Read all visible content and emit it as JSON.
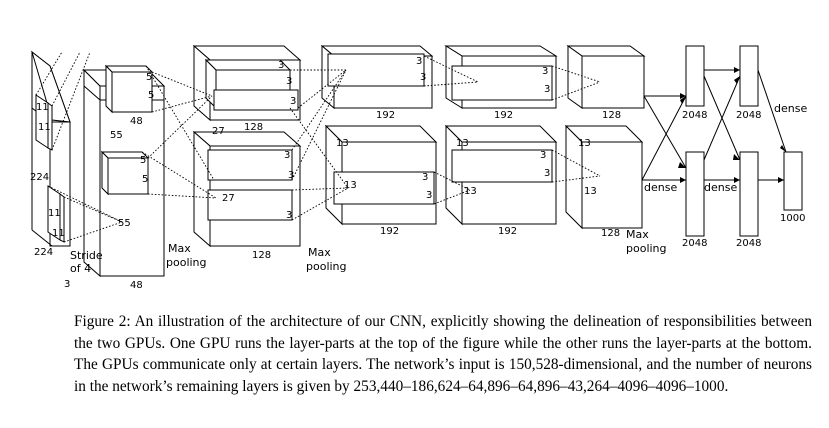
{
  "figure": {
    "labels": {
      "input_224_top": "224",
      "input_224_side": "224",
      "input_3": "3",
      "k11_a": "11",
      "k11_b": "11",
      "k11_c": "11",
      "k11_d": "11",
      "stride_line1": "Stride",
      "stride_line2": "of 4",
      "c1_55_top": "55",
      "c1_55_bot": "55",
      "c1_48": "48",
      "c1_48_bot": "48",
      "c1_k5_a": "5",
      "c1_k5_b": "5",
      "c1_k5_c": "5",
      "c1_k5_d": "5",
      "pool1_line1": "Max",
      "pool1_line2": "pooling",
      "c2_27": "27",
      "c2_27_b": "27",
      "c2_k3_a": "3",
      "c2_k3_b": "3",
      "c2_k3_c": "3",
      "c2_k3_d": "3",
      "c2_k3_e": "3",
      "c2_k3_f": "3",
      "c2_128_top": "128",
      "c2_128_bot": "128",
      "pool2_line1": "Max",
      "pool2_line2": "pooling",
      "c3_k3_a": "3",
      "c3_k3_b": "3",
      "c3_k3_c": "3",
      "c3_k3_d": "3",
      "c3_13_a": "13",
      "c3_13_b": "13",
      "c3_192_top": "192",
      "c3_192_bot": "192",
      "c4_k3_a": "3",
      "c4_k3_b": "3",
      "c4_k3_c": "3",
      "c4_k3_d": "3",
      "c4_13_a": "13",
      "c4_13_b": "13",
      "c4_192_top": "192",
      "c4_192_bot": "192",
      "c5_13_a": "13",
      "c5_13_b": "13",
      "c5_128_top": "128",
      "c5_128_bot": "128",
      "pool3_line1": "Max",
      "pool3_line2": "pooling",
      "fc1_top": "2048",
      "fc1_bot": "2048",
      "fc2_top": "2048",
      "fc2_bot": "2048",
      "dense_a": "dense",
      "dense_b": "dense",
      "dense_c": "dense",
      "out_1000": "1000"
    }
  },
  "caption": {
    "label": "Figure 2:",
    "text": "An illustration of the architecture of our CNN, explicitly showing the delineation of responsibilities between the two GPUs. One GPU runs the layer-parts at the top of the figure while the other runs the layer-parts at the bottom. The GPUs communicate only at certain layers. The network’s input is 150,528-dimensional, and the number of neurons in the network’s remaining layers is given by 253,440–186,624–64,896–64,896–43,264–4096–4096–1000."
  }
}
